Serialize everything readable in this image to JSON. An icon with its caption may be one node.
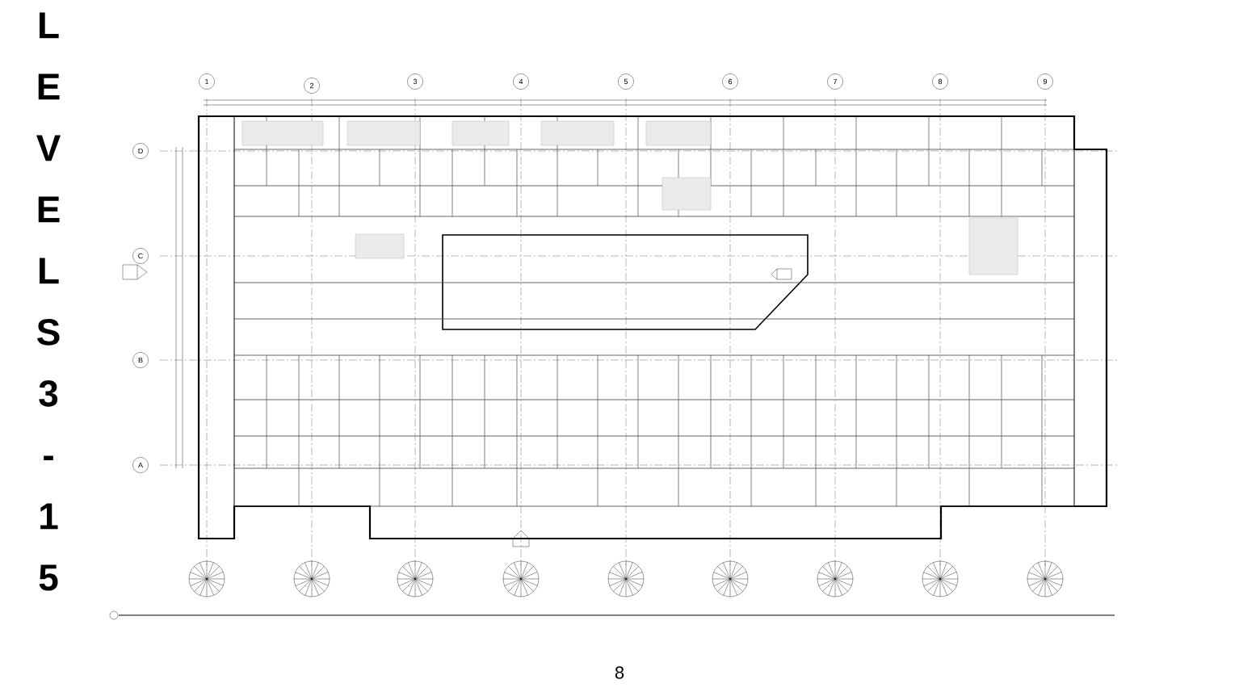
{
  "diagram": {
    "title": "L E V E L S 3 - 1 5",
    "nodes": [
      {
        "text": [
          "1"
        ]
      },
      {
        "text": [
          "2"
        ]
      },
      {
        "text": [
          "3"
        ]
      },
      {
        "text": [
          "4"
        ]
      },
      {
        "text": [
          "5"
        ]
      },
      {
        "text": [
          "6"
        ]
      },
      {
        "text": [
          "7"
        ]
      },
      {
        "text": [
          "8"
        ]
      },
      {
        "text": [
          "9"
        ]
      },
      {
        "text": [
          "D"
        ]
      },
      {
        "text": [
          "C"
        ]
      },
      {
        "text": [
          "B"
        ]
      },
      {
        "text": [
          "A"
        ]
      }
    ],
    "labels": [
      "8"
    ]
  }
}
